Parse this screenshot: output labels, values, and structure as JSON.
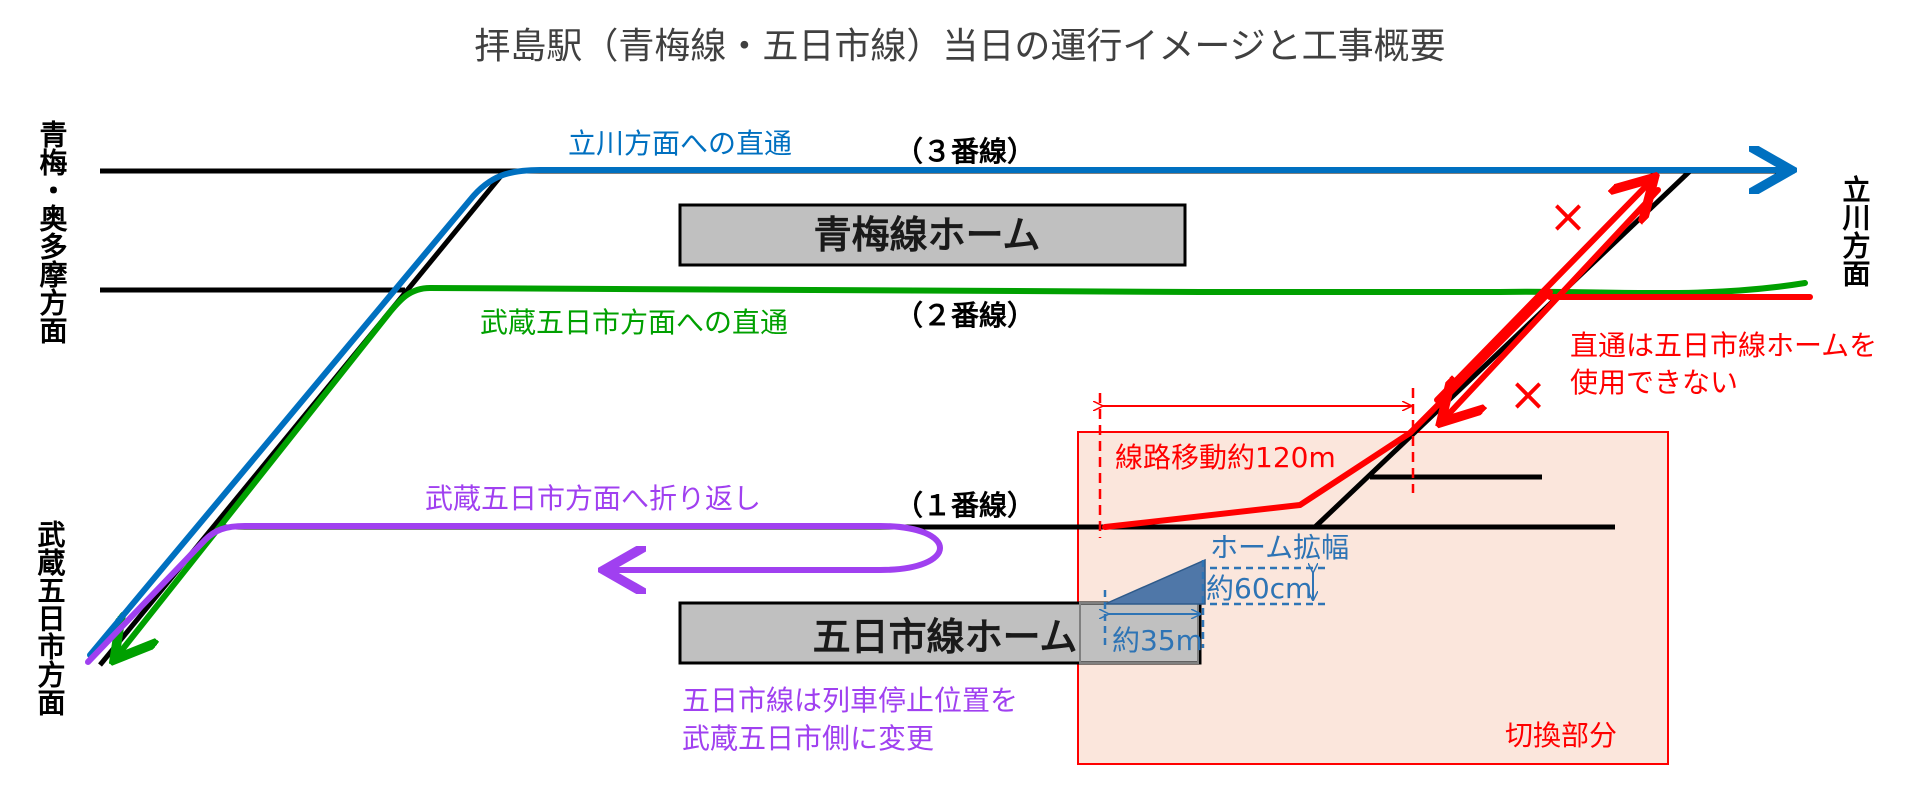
{
  "title": "拝島駅（青梅線・五日市線）当日の運行イメージと工事概要",
  "sides": {
    "left_top": "青梅・奥多摩方面",
    "left_bottom": "武蔵五日市方面",
    "right_top": "立川方面"
  },
  "tracks": {
    "track3": "（３番線）",
    "track2": "（２番線）",
    "track1": "（１番線）"
  },
  "platforms": {
    "ome": "青梅線ホーム",
    "itsukaichi": "五日市線ホーム"
  },
  "routes": {
    "tachikawa_through": "立川方面への直通",
    "musashi_through": "武蔵五日市方面への直通",
    "musashi_turnback": "武蔵五日市方面へ折り返し"
  },
  "notes": {
    "no_through_line1": "直通は五日市線ホームを",
    "no_through_line2": "使用できない",
    "stop_change_line1": "五日市線は列車停止位置を",
    "stop_change_line2": "武蔵五日市側に変更",
    "track_move": "線路移動約120m",
    "platform_widen": "ホーム拡幅",
    "width": "約60cm",
    "length": "約35m",
    "switch_area": "切換部分",
    "cross_mark": "×"
  },
  "colors": {
    "blue": "#0070C0",
    "green": "#00A000",
    "purple": "#A040F0",
    "red": "#FF0000",
    "steel": "#2E74B5",
    "platform_gray": "#C0C0C0",
    "switch_area_fill": "#FBE6DC"
  }
}
